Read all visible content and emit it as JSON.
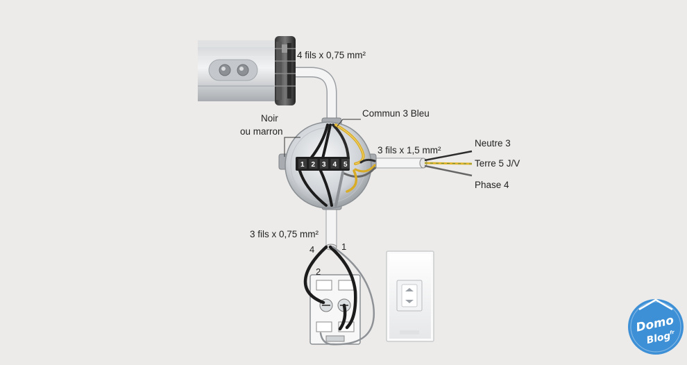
{
  "labels": {
    "cable_motor": "4 fils x 0,75 mm²",
    "noir": "Noir",
    "ou_marron": "ou marron",
    "commun": "Commun 3 Bleu",
    "cable_supply": "3 fils x 1,5 mm²",
    "neutre": "Neutre 3",
    "terre": "Terre 5 J/V",
    "phase": "Phase 4",
    "cable_switch": "3 fils x 0,75 mm²",
    "wire_4": "4",
    "wire_1": "1",
    "wire_2": "2"
  },
  "terminals": [
    "1",
    "2",
    "3",
    "4",
    "5"
  ],
  "logo": {
    "line1": "Domo",
    "line2": "Blog",
    "suffix": "fr"
  },
  "colors": {
    "background": "#ecebe9",
    "wire_black": "#1c1c1c",
    "wire_blue_grey": "#8e9296",
    "wire_yellow": "#e0b52c",
    "logo_blue": "#3d8fd6"
  }
}
